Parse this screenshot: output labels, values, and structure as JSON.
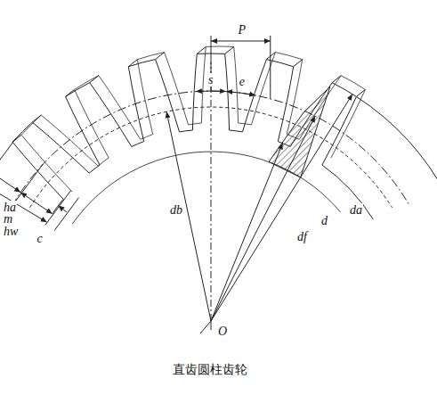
{
  "diagram": {
    "caption": "直齿圆柱齿轮",
    "labels": [
      "P",
      "s",
      "e",
      "ha",
      "m",
      "hw",
      "c",
      "db",
      "df",
      "d",
      "da",
      "O"
    ]
  }
}
